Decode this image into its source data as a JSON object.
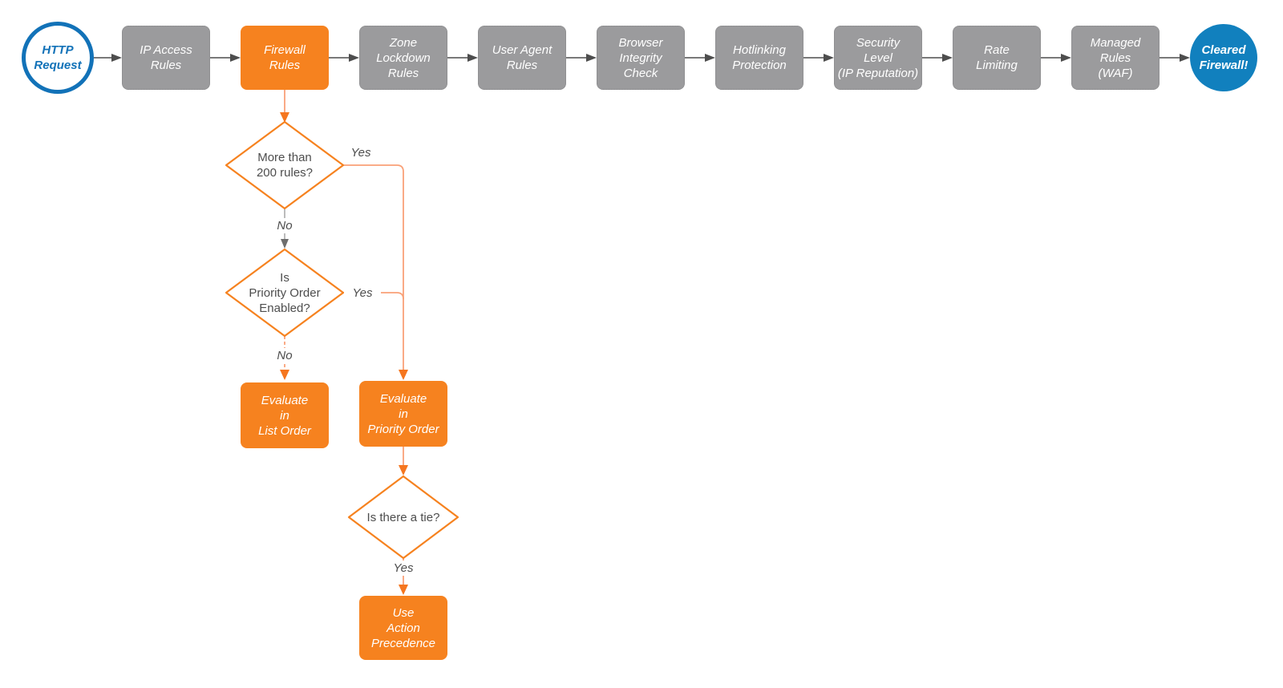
{
  "diagram": {
    "type": "flowchart",
    "subject": "Firewall request evaluation flow"
  },
  "colors": {
    "orange_fill": "#F6821F",
    "orange_line": "#F9A178",
    "orange_arrowhead": "#F5761F",
    "gray_node_fill": "#9B9B9D",
    "gray_node_border": "#858587",
    "dark_arrow": "#4D4D4D",
    "light_gray_line": "#ABABAB",
    "blue_stroke": "#1272B8",
    "blue_fill": "#1180BE",
    "node_text_white": "#FFFFFF",
    "label_text_dark": "#4D4D4D",
    "background": "#FFFFFF"
  },
  "pipeline": {
    "start": {
      "label": "HTTP\nRequest"
    },
    "steps": [
      {
        "label": "IP Access\nRules",
        "type": "gray"
      },
      {
        "label": "Firewall\nRules",
        "type": "orange"
      },
      {
        "label": "Zone\nLockdown\nRules",
        "type": "gray"
      },
      {
        "label": "User Agent\nRules",
        "type": "gray"
      },
      {
        "label": "Browser\nIntegrity\nCheck",
        "type": "gray"
      },
      {
        "label": "Hotlinking\nProtection",
        "type": "gray"
      },
      {
        "label": "Security\nLevel\n(IP Reputation)",
        "type": "gray"
      },
      {
        "label": "Rate\nLimiting",
        "type": "gray"
      },
      {
        "label": "Managed\nRules\n(WAF)",
        "type": "gray"
      }
    ],
    "end": {
      "label": "Cleared\nFirewall!"
    }
  },
  "decisions": [
    {
      "label": "More than\n200 rules?",
      "yes": "Yes",
      "no": "No"
    },
    {
      "label": "Is\nPriority Order\nEnabled?",
      "yes": "Yes",
      "no": "No"
    },
    {
      "label": "Is there a tie?",
      "yes": "Yes"
    }
  ],
  "actions": [
    {
      "label": "Evaluate\nin\nList Order"
    },
    {
      "label": "Evaluate\nin\nPriority Order"
    },
    {
      "label": "Use\nAction\nPrecedence"
    }
  ]
}
